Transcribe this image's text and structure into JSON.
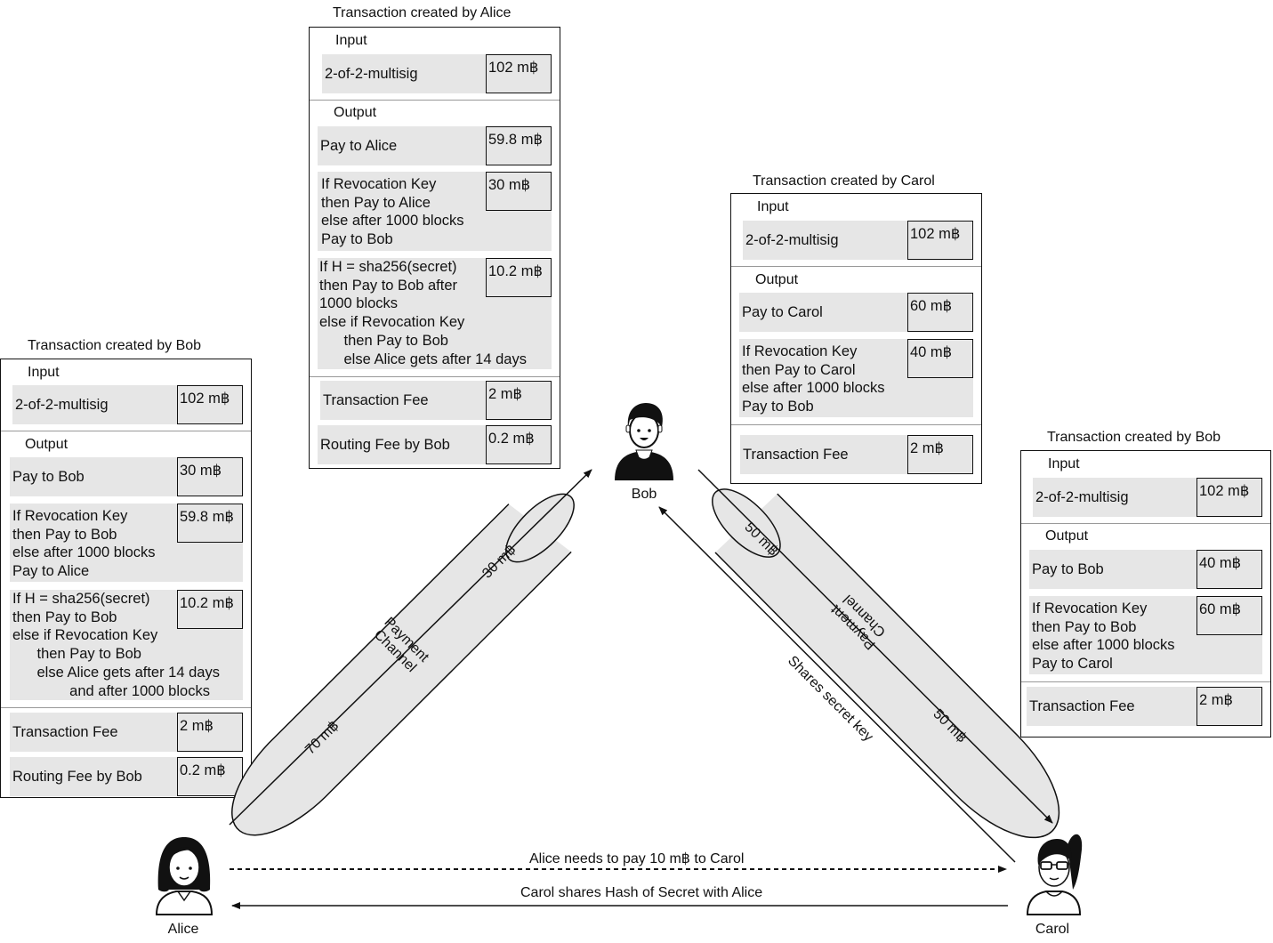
{
  "tx_alice": {
    "title": "Transaction created by Alice",
    "input_label": "Input",
    "input_row": {
      "label": "2-of-2-multisig",
      "amount": "102 m฿"
    },
    "output_label": "Output",
    "rows": [
      {
        "label": "Pay to Alice",
        "amount": "59.8 m฿"
      },
      {
        "label": "If Revocation Key\nthen Pay to Alice\nelse after 1000 blocks\nPay to Bob",
        "amount": "30 m฿"
      },
      {
        "label": "If H = sha256(secret)\nthen Pay to Bob after\n1000 blocks\nelse if Revocation Key\n      then Pay to Bob\n      else Alice gets after 14 days",
        "amount": "10.2 m฿"
      }
    ],
    "fee_rows": [
      {
        "label": "Transaction Fee",
        "amount": "2 m฿"
      },
      {
        "label": "Routing Fee by Bob",
        "amount": "0.2 m฿"
      }
    ]
  },
  "tx_bob_left": {
    "title": "Transaction created by Bob",
    "input_label": "Input",
    "input_row": {
      "label": "2-of-2-multisig",
      "amount": "102 m฿"
    },
    "output_label": "Output",
    "rows": [
      {
        "label": "Pay to Bob",
        "amount": "30 m฿"
      },
      {
        "label": "If Revocation Key\nthen Pay to Bob\nelse after 1000 blocks\nPay to Alice",
        "amount": "59.8 m฿"
      },
      {
        "label": "If H = sha256(secret)\nthen Pay to Bob\nelse if Revocation Key\n      then Pay to Bob\n      else Alice gets after 14 days\n              and after 1000 blocks",
        "amount": "10.2 m฿"
      }
    ],
    "fee_rows": [
      {
        "label": "Transaction Fee",
        "amount": "2 m฿"
      },
      {
        "label": "Routing Fee by Bob",
        "amount": "0.2 m฿"
      }
    ]
  },
  "tx_carol": {
    "title": "Transaction created by Carol",
    "input_label": "Input",
    "input_row": {
      "label": "2-of-2-multisig",
      "amount": "102 m฿"
    },
    "output_label": "Output",
    "rows": [
      {
        "label": "Pay to Carol",
        "amount": "60 m฿"
      },
      {
        "label": "If Revocation Key\nthen Pay to Carol\nelse after 1000 blocks\nPay to Bob",
        "amount": "40 m฿"
      }
    ],
    "fee_rows": [
      {
        "label": "Transaction Fee",
        "amount": "2 m฿"
      }
    ]
  },
  "tx_bob_right": {
    "title": "Transaction created by Bob",
    "input_label": "Input",
    "input_row": {
      "label": "2-of-2-multisig",
      "amount": "102 m฿"
    },
    "output_label": "Output",
    "rows": [
      {
        "label": "Pay to Bob",
        "amount": "40 m฿"
      },
      {
        "label": "If Revocation Key\nthen Pay to Bob\nelse after 1000 blocks\nPay to Carol",
        "amount": "60 m฿"
      }
    ],
    "fee_rows": [
      {
        "label": "Transaction Fee",
        "amount": "2 m฿"
      }
    ]
  },
  "people": {
    "alice": "Alice",
    "bob": "Bob",
    "carol": "Carol"
  },
  "channel_ab": {
    "label": "Payment\nChannel",
    "alice_side": "70 m฿",
    "bob_side": "30 m฿"
  },
  "channel_bc": {
    "label": "Payment\nChannel",
    "bob_side": "50 m฿",
    "carol_side": "50 m฿"
  },
  "edges": {
    "needs_to_pay": "Alice needs to pay 10 m฿ to Carol",
    "shares_hash": "Carol shares Hash of Secret with Alice",
    "shares_secret": "Shares secret key"
  }
}
